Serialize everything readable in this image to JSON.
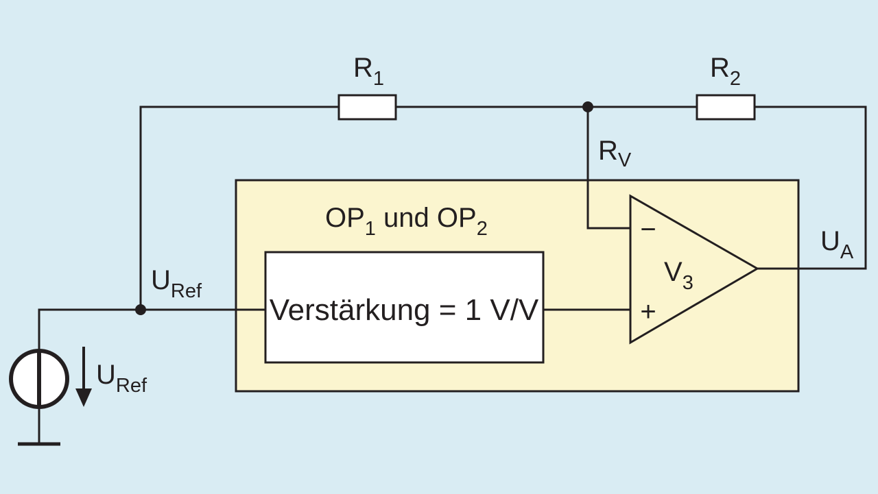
{
  "colors": {
    "background": "#d9ecf3",
    "opamp_block_fill": "#fbf5cf",
    "component_fill": "#ffffff",
    "line": "#231f20"
  },
  "labels": {
    "r1": {
      "main": "R",
      "sub": "1"
    },
    "r2": {
      "main": "R",
      "sub": "2"
    },
    "rv": {
      "main": "R",
      "sub": "V"
    },
    "op_block": {
      "part1": "OP",
      "sub1": "1",
      "mid": " und OP",
      "sub2": "2"
    },
    "ua": {
      "main": "U",
      "sub": "A"
    },
    "v3": {
      "main": "V",
      "sub": "3"
    },
    "minus": "−",
    "plus": "+",
    "uref_node": {
      "main": "U",
      "sub": "Ref"
    },
    "uref_source": {
      "main": "U",
      "sub": "Ref"
    },
    "buffer": "Verstärkung = 1 V/V"
  },
  "icons": {
    "source": "voltage-source-icon",
    "ground": "ground-icon",
    "arrow": "arrow-down-icon"
  }
}
